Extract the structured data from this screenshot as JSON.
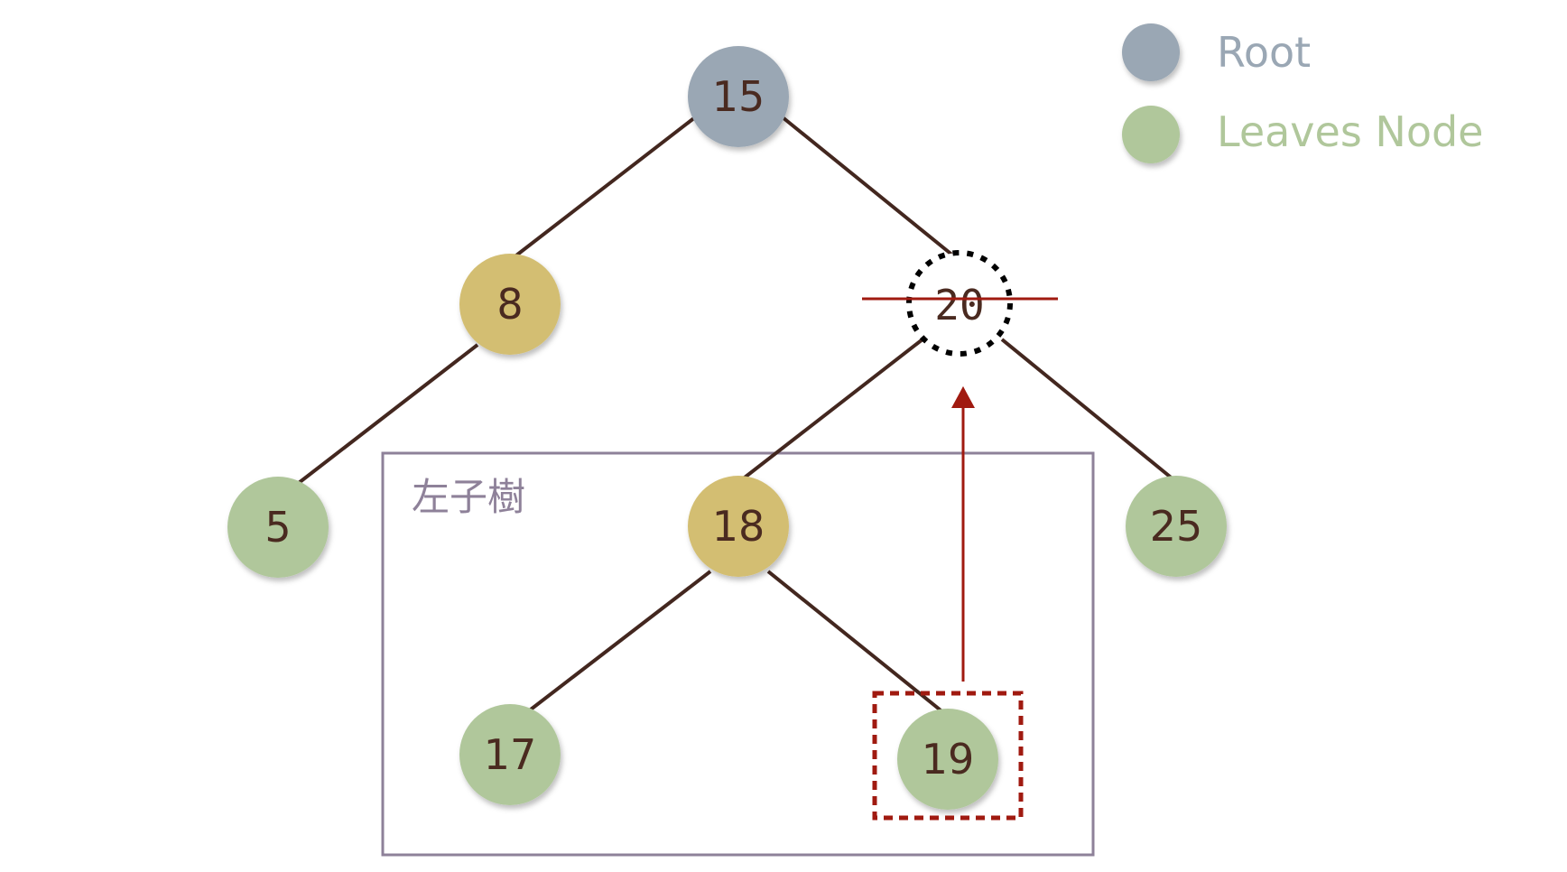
{
  "colors": {
    "root": "#9aa7b4",
    "internal": "#d3be72",
    "leaf": "#b0c79b",
    "text": "#4a2a20",
    "edge": "#43271f",
    "highlight": "#a01a10",
    "subtree_box": "#8e8199"
  },
  "legend": [
    {
      "label": "Root",
      "color": "#9aa7b4"
    },
    {
      "label": "Leaves Node",
      "color": "#b0c79b"
    }
  ],
  "subtree_label": "左子樹",
  "nodes": [
    {
      "id": "n15",
      "value": "15",
      "type": "root"
    },
    {
      "id": "n8",
      "value": "8",
      "type": "internal"
    },
    {
      "id": "n20",
      "value": "20",
      "type": "deleted"
    },
    {
      "id": "n5",
      "value": "5",
      "type": "leaf"
    },
    {
      "id": "n18",
      "value": "18",
      "type": "internal"
    },
    {
      "id": "n25",
      "value": "25",
      "type": "leaf"
    },
    {
      "id": "n17",
      "value": "17",
      "type": "leaf"
    },
    {
      "id": "n19",
      "value": "19",
      "type": "leaf"
    }
  ],
  "edges": [
    [
      "n15",
      "n8"
    ],
    [
      "n15",
      "n20"
    ],
    [
      "n8",
      "n5"
    ],
    [
      "n20",
      "n18"
    ],
    [
      "n20",
      "n25"
    ],
    [
      "n18",
      "n17"
    ],
    [
      "n18",
      "n19"
    ]
  ]
}
